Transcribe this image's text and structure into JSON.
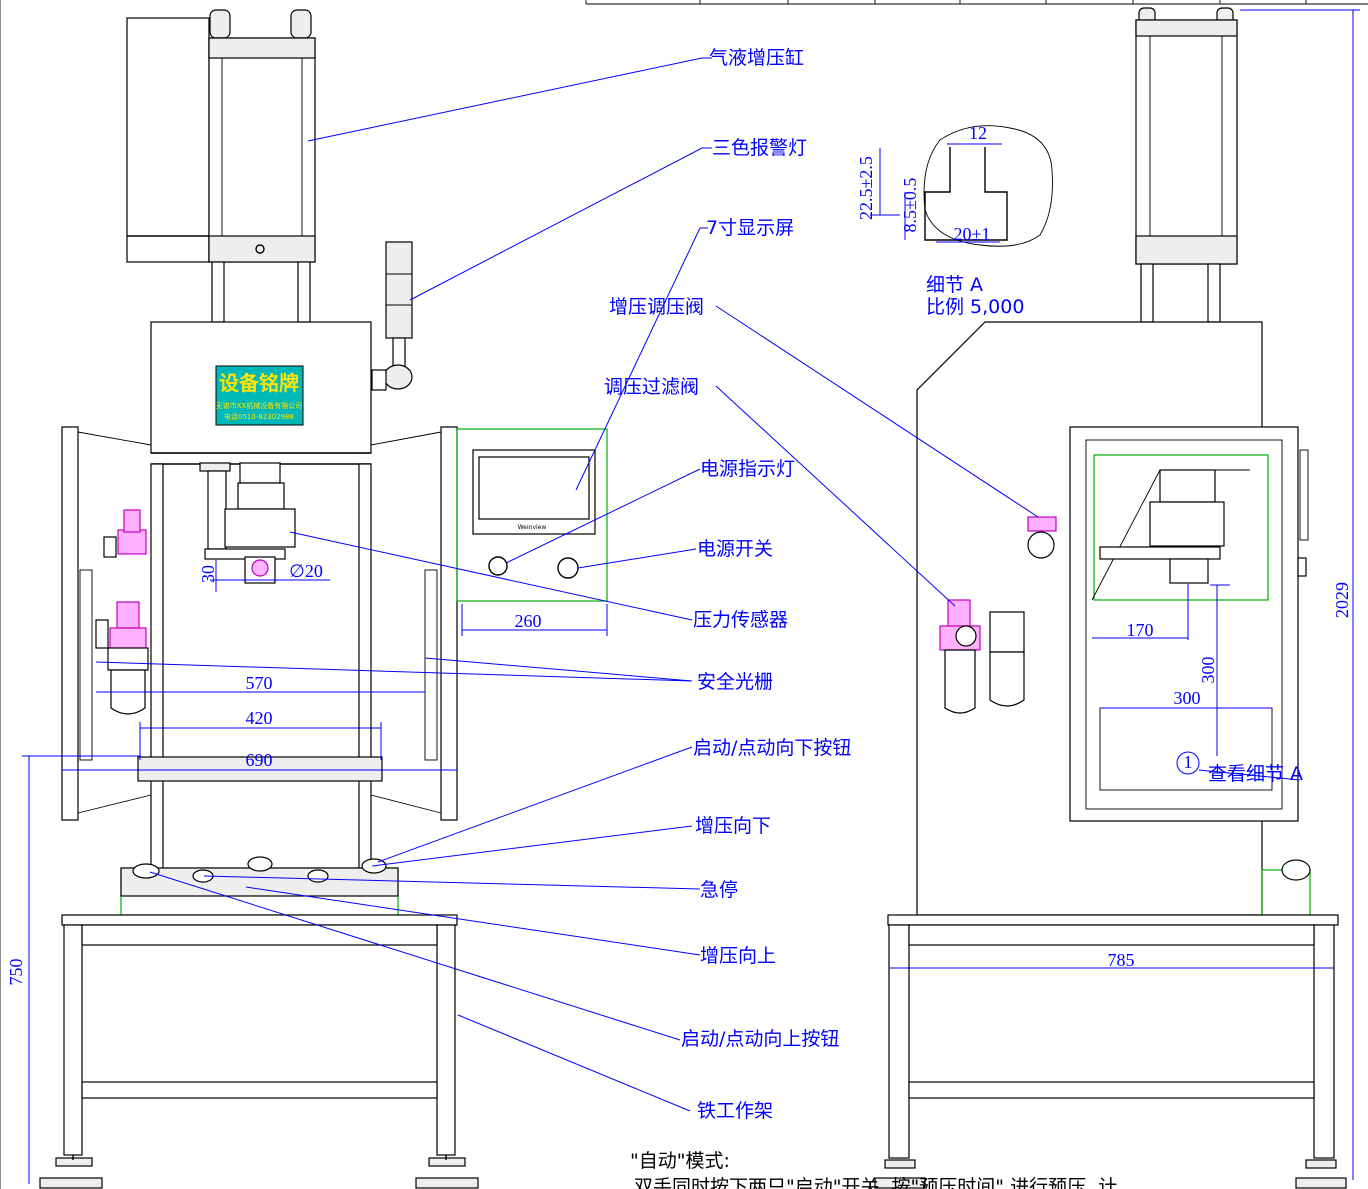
{
  "callouts": [
    {
      "id": "air-hydraulic-cylinder",
      "text": "气液增压缸"
    },
    {
      "id": "tricolor-alarm-light",
      "text": "三色报警灯"
    },
    {
      "id": "display-screen",
      "text": "7寸显示屏"
    },
    {
      "id": "boost-regulator-valve",
      "text": "增压调压阀"
    },
    {
      "id": "filter-regulator-valve",
      "text": "调压过滤阀"
    },
    {
      "id": "power-indicator",
      "text": "电源指示灯"
    },
    {
      "id": "power-switch",
      "text": "电源开关"
    },
    {
      "id": "pressure-sensor",
      "text": "压力传感器"
    },
    {
      "id": "safety-light-curtain",
      "text": "安全光栅"
    },
    {
      "id": "start-jog-down-button",
      "text": "启动/点动向下按钮"
    },
    {
      "id": "boost-down",
      "text": "增压向下"
    },
    {
      "id": "emergency-stop",
      "text": "急停"
    },
    {
      "id": "boost-up",
      "text": "增压向上"
    },
    {
      "id": "start-jog-up-button",
      "text": "启动/点动向上按钮"
    },
    {
      "id": "iron-work-frame",
      "text": "铁工作架"
    }
  ],
  "dimensions": {
    "d260": "260",
    "d570": "570",
    "d420": "420",
    "d690": "690",
    "d30": "30",
    "d20": "∅20",
    "d750": "750",
    "d2029": "2029",
    "d785": "785",
    "d170": "170",
    "d300v": "300",
    "d300h": "300",
    "d12": "12",
    "d22": "22.5±2.5",
    "d85": "8.5±0.5",
    "d20tol": "20±1"
  },
  "detail": {
    "title": "细节 A",
    "scale": "比例 5,000",
    "view_note": "查看细节 A",
    "marker": "1"
  },
  "nameplate": {
    "title": "设备铭牌",
    "line1": "无锡市XX机械设备有限公司",
    "line2": "电话0510-82302988"
  },
  "screen_brand": "Weinview",
  "notes": {
    "mode": "\"自动\"模式:",
    "line1": "双手同时按下两只\"启动\"开关, 按\"预压时间\" 进行预压, 计"
  },
  "colors": {
    "annotation": "#0000ff",
    "outline": "#000000",
    "panel": "#00b000",
    "valve": "#c000c0"
  }
}
